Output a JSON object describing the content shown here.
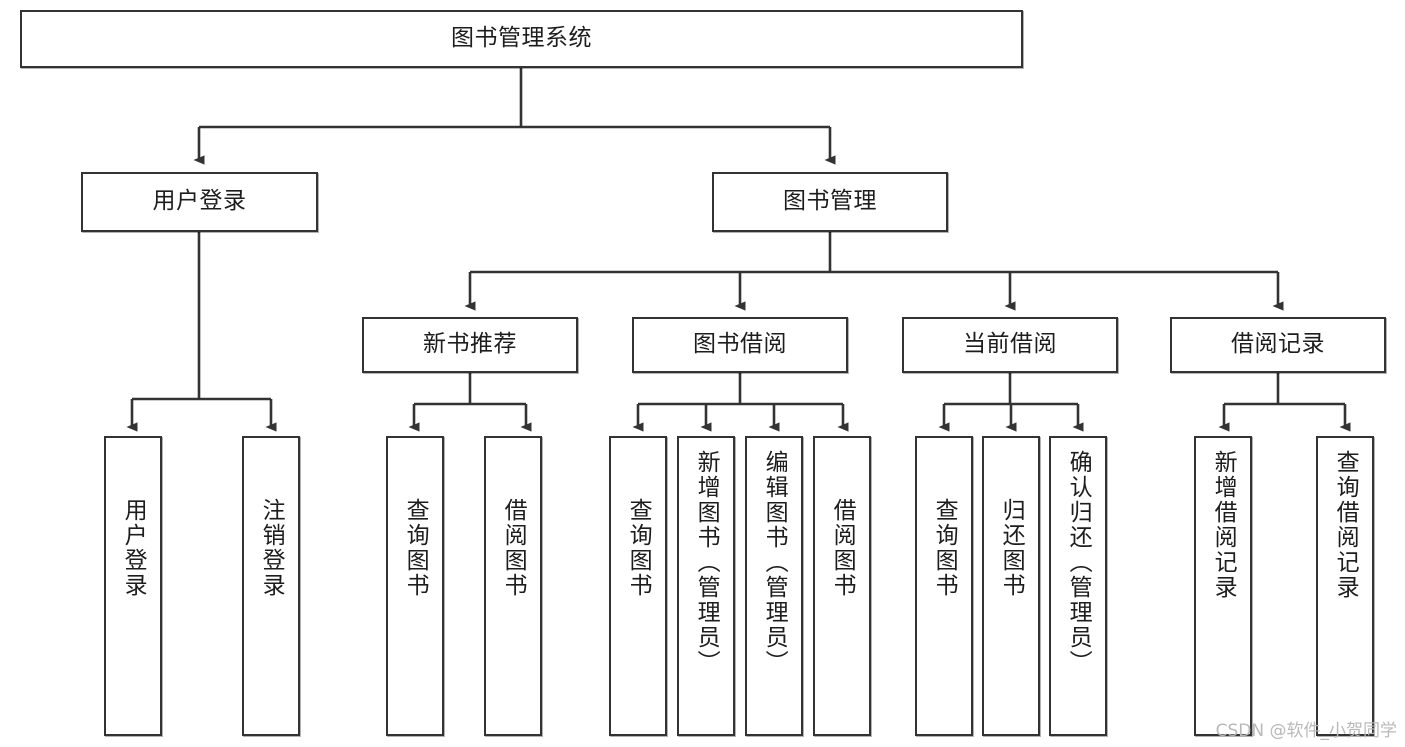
{
  "diagram": {
    "title": "图书管理系统",
    "type": "tree-hierarchy",
    "root": {
      "label": "图书管理系统"
    },
    "level2": [
      {
        "label": "用户登录"
      },
      {
        "label": "图书管理"
      }
    ],
    "level3": [
      {
        "label": "新书推荐"
      },
      {
        "label": "图书借阅"
      },
      {
        "label": "当前借阅"
      },
      {
        "label": "借阅记录"
      }
    ],
    "leaves": {
      "user_login": [
        {
          "label": "用户登录"
        },
        {
          "label": "注销登录"
        }
      ],
      "new_book_recommend": [
        {
          "label": "查询图书"
        },
        {
          "label": "借阅图书"
        }
      ],
      "book_borrow": [
        {
          "label": "查询图书"
        },
        {
          "label": "新增图书（管理员）"
        },
        {
          "label": "编辑图书（管理员）"
        },
        {
          "label": "借阅图书"
        }
      ],
      "current_borrow": [
        {
          "label": "查询图书"
        },
        {
          "label": "归还图书"
        },
        {
          "label": "确认归还（管理员）"
        }
      ],
      "borrow_record": [
        {
          "label": "新增借阅记录"
        },
        {
          "label": "查询借阅记录"
        }
      ]
    }
  },
  "watermark": {
    "text": "CSDN @软件_小贺同学"
  },
  "colors": {
    "border": "#333333",
    "text": "#1d1d1d",
    "background": "#ffffff",
    "watermark": "#b9b9b9"
  }
}
